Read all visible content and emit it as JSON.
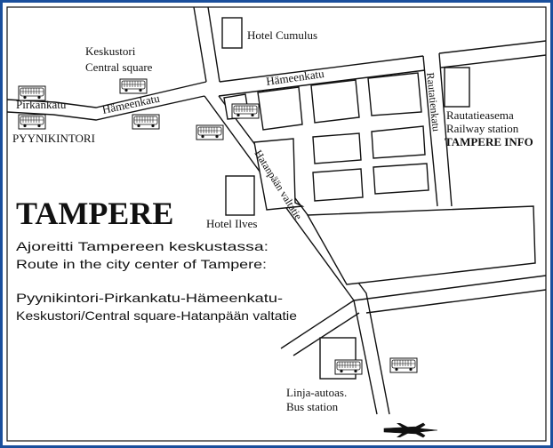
{
  "colors": {
    "frame": "#1a4f9c",
    "ink": "#111111",
    "paper": "#ffffff"
  },
  "map": {
    "title": "TAMPERE",
    "route_heading_fi": "Ajoreitti Tampereen keskustassa:",
    "route_heading_en": "Route in the city center of Tampere:",
    "route_line1": "Pyynikintori-Pirkankatu-Hämeenkatu-",
    "route_line2": "Keskustori/Central square-Hatanpään valtatie"
  },
  "streets": {
    "pirkankatu": "Pirkankatu",
    "hameenkatu_west": "Hämeenkatu",
    "hameenkatu_east": "Hämeenkatu",
    "rautatienkatu": "Rautatienkatu",
    "hatanpaan_valtatie": "Hatanpään valtatie"
  },
  "places": {
    "keskustori_fi": "Keskustori",
    "keskustori_en": "Central square",
    "pyynikintori": "PYYNIKINTORI",
    "hotel_cumulus": "Hotel Cumulus",
    "hotel_ilves": "Hotel Ilves",
    "rautatieasema_fi": "Rautatieasema",
    "rautatieasema_en": "Railway station",
    "tampere_info": "TAMPERE INFO",
    "linja_autoasema_fi": "Linja-autoas.",
    "linja_autoasema_en": "Bus station"
  },
  "icons": {
    "bus_stop": "bus-icon",
    "airport": "airplane-icon"
  }
}
